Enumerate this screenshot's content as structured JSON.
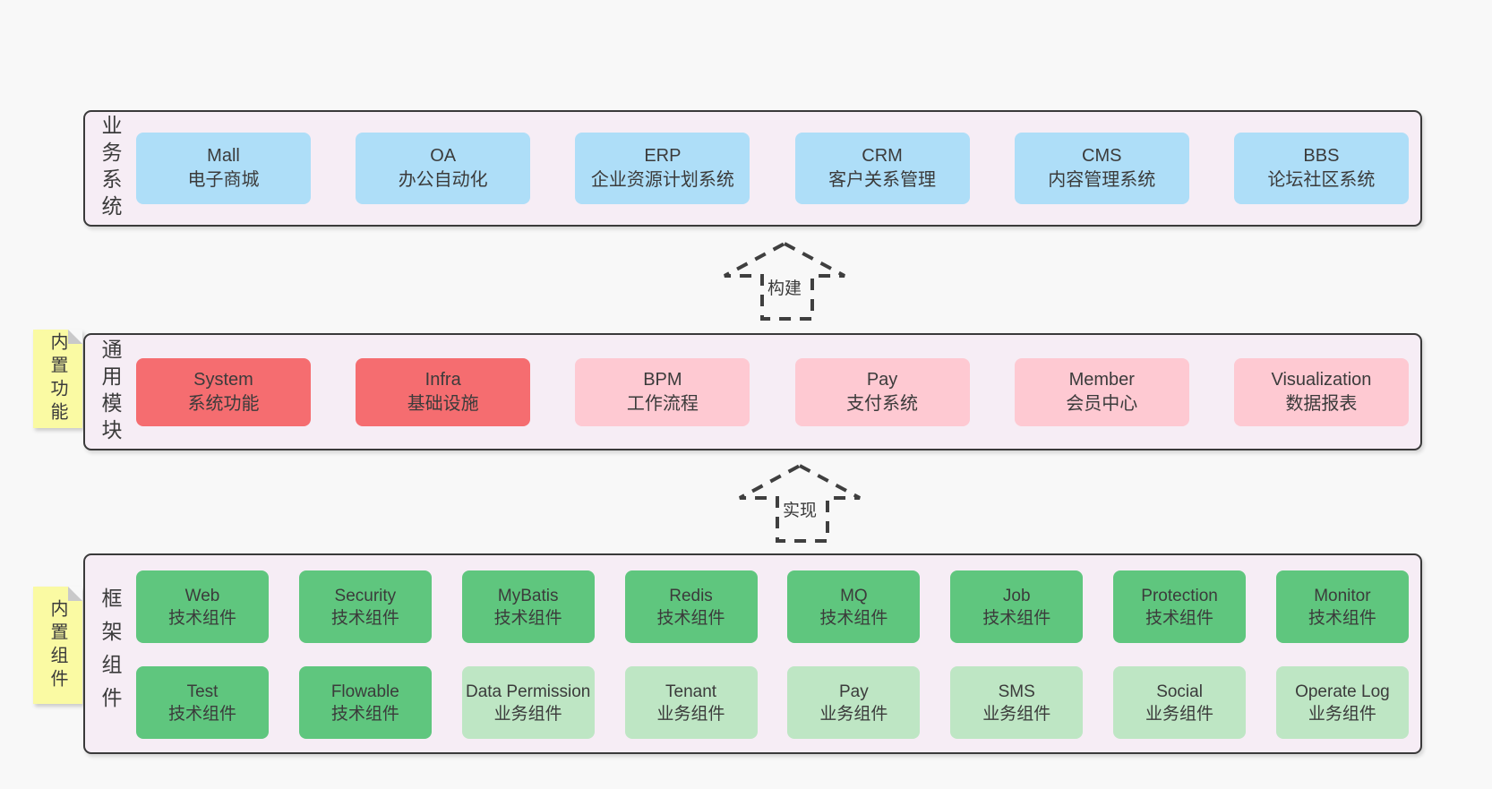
{
  "colors": {
    "page_background": "#f8f8f8",
    "band_background": "#f6edf5",
    "band_border": "#3a3a3a",
    "blue_box": "#aedef8",
    "red_box": "#f56d70",
    "pink_box": "#fec9d2",
    "green_dark_box": "#5fc67e",
    "green_light_box": "#bee6c4",
    "sticky_note": "#fafaa3",
    "note_fold": "#c9c9ca",
    "text": "#3b3b3b"
  },
  "arrows": [
    {
      "label": "构建"
    },
    {
      "label": "实现"
    }
  ],
  "bands": [
    {
      "id": "business-systems",
      "label": "业务系统",
      "boxes": [
        {
          "name": "Mall",
          "desc": "电子商城",
          "variant": "blue"
        },
        {
          "name": "OA",
          "desc": "办公自动化",
          "variant": "blue"
        },
        {
          "name": "ERP",
          "desc": "企业资源计划系统",
          "variant": "blue"
        },
        {
          "name": "CRM",
          "desc": "客户关系管理",
          "variant": "blue"
        },
        {
          "name": "CMS",
          "desc": "内容管理系统",
          "variant": "blue"
        },
        {
          "name": "BBS",
          "desc": "论坛社区系统",
          "variant": "blue"
        }
      ]
    },
    {
      "id": "common-modules",
      "label": "通用模块",
      "note": "内置功能",
      "boxes": [
        {
          "name": "System",
          "desc": "系统功能",
          "variant": "red"
        },
        {
          "name": "Infra",
          "desc": "基础设施",
          "variant": "red"
        },
        {
          "name": "BPM",
          "desc": "工作流程",
          "variant": "pink"
        },
        {
          "name": "Pay",
          "desc": "支付系统",
          "variant": "pink"
        },
        {
          "name": "Member",
          "desc": "会员中心",
          "variant": "pink"
        },
        {
          "name": "Visualization",
          "desc": "数据报表",
          "variant": "pink"
        }
      ]
    },
    {
      "id": "framework-components",
      "label": "框架组件",
      "note": "内置组件",
      "rows": [
        [
          {
            "name": "Web",
            "desc": "技术组件",
            "variant": "green-dark"
          },
          {
            "name": "Security",
            "desc": "技术组件",
            "variant": "green-dark"
          },
          {
            "name": "MyBatis",
            "desc": "技术组件",
            "variant": "green-dark"
          },
          {
            "name": "Redis",
            "desc": "技术组件",
            "variant": "green-dark"
          },
          {
            "name": "MQ",
            "desc": "技术组件",
            "variant": "green-dark"
          },
          {
            "name": "Job",
            "desc": "技术组件",
            "variant": "green-dark"
          },
          {
            "name": "Protection",
            "desc": "技术组件",
            "variant": "green-dark"
          },
          {
            "name": "Monitor",
            "desc": "技术组件",
            "variant": "green-dark"
          }
        ],
        [
          {
            "name": "Test",
            "desc": "技术组件",
            "variant": "green-dark"
          },
          {
            "name": "Flowable",
            "desc": "技术组件",
            "variant": "green-dark"
          },
          {
            "name": "Data Permission",
            "desc": "业务组件",
            "variant": "green-light"
          },
          {
            "name": "Tenant",
            "desc": "业务组件",
            "variant": "green-light"
          },
          {
            "name": "Pay",
            "desc": "业务组件",
            "variant": "green-light"
          },
          {
            "name": "SMS",
            "desc": "业务组件",
            "variant": "green-light"
          },
          {
            "name": "Social",
            "desc": "业务组件",
            "variant": "green-light"
          },
          {
            "name": "Operate Log",
            "desc": "业务组件",
            "variant": "green-light"
          }
        ]
      ]
    }
  ]
}
